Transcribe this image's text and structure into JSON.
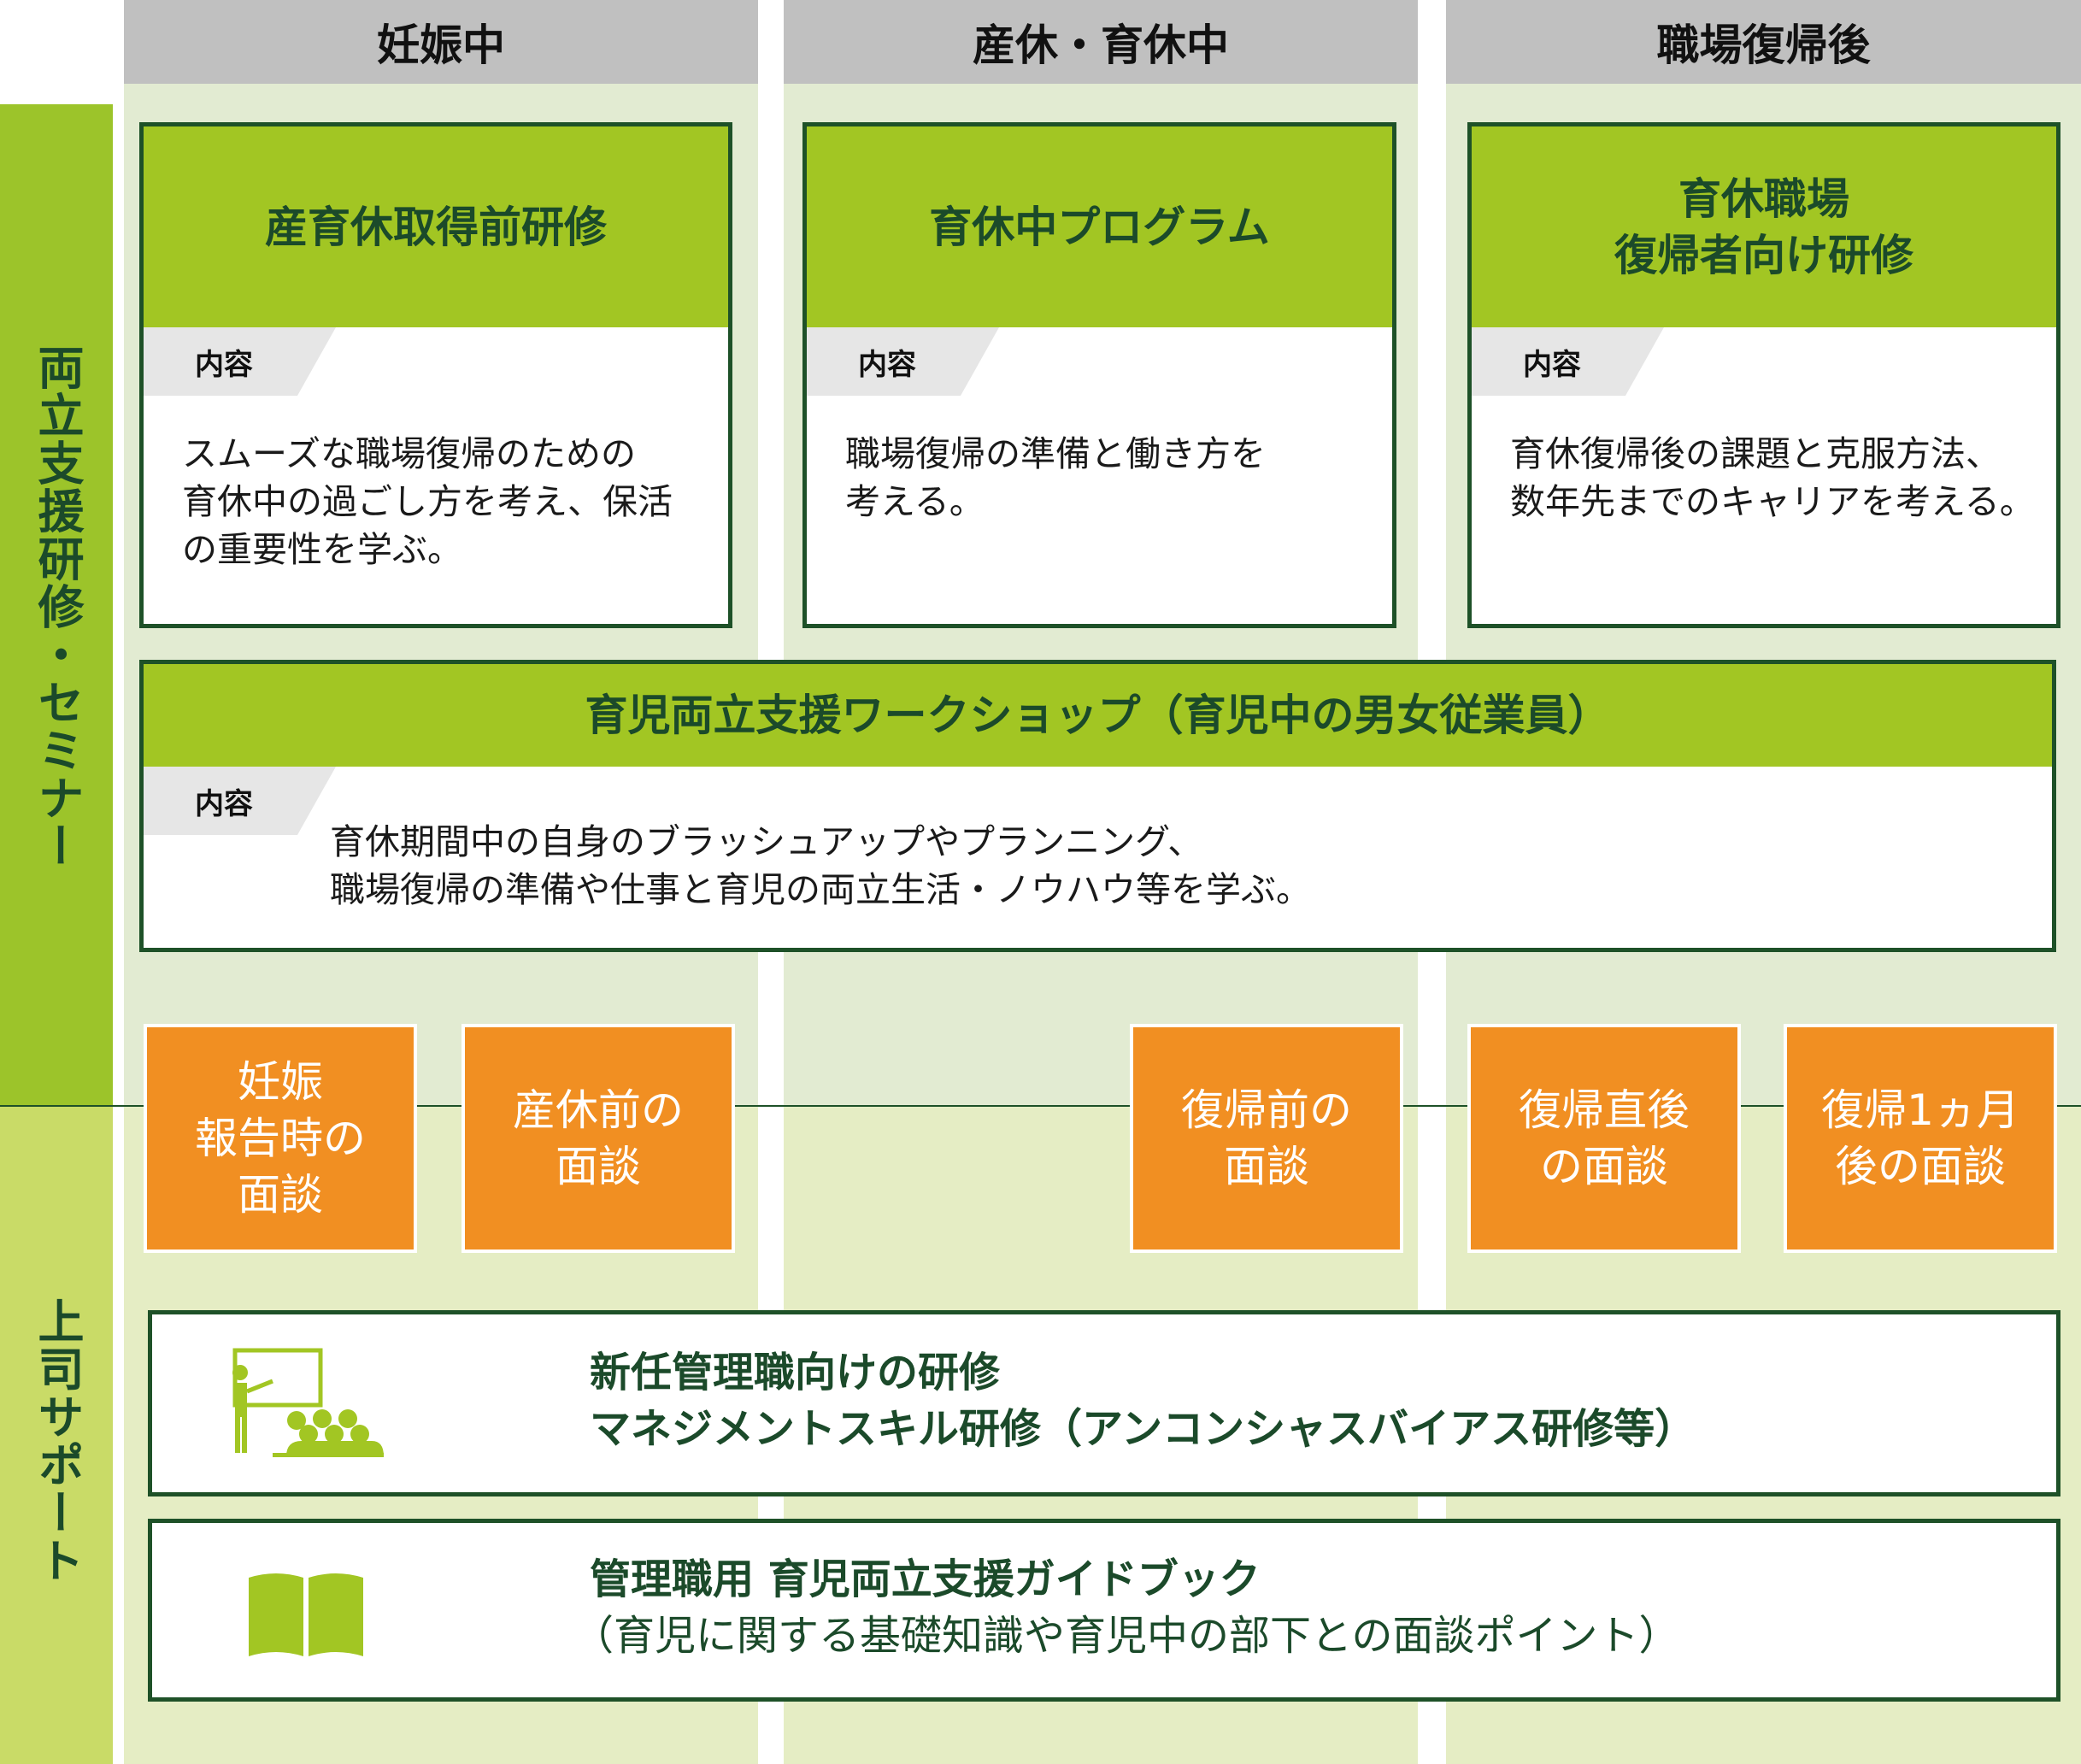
{
  "columns": [
    {
      "label": "妊娠中"
    },
    {
      "label": "産休・育休中"
    },
    {
      "label": "職場復帰後"
    }
  ],
  "side_labels": {
    "seminar": "両立支援研修・セミナー",
    "boss": "上司サポート"
  },
  "programs": [
    {
      "title": "産育休取得前研修",
      "tag": "内容",
      "body": [
        "スムーズな職場復帰のための",
        "育休中の過ごし方を考え、保活",
        "の重要性を学ぶ。"
      ]
    },
    {
      "title": "育休中プログラム",
      "tag": "内容",
      "body": [
        "職場復帰の準備と働き方を",
        "考える。"
      ]
    },
    {
      "title_lines": [
        "育休職場",
        "復帰者向け研修"
      ],
      "tag": "内容",
      "body": [
        "育休復帰後の課題と克服方法、",
        "数年先までのキャリアを考える。"
      ]
    }
  ],
  "workshop": {
    "title": "育児両立支援ワークショップ（育児中の男女従業員）",
    "tag": "内容",
    "body": [
      "育休期間中の自身のブラッシュアップやプランニング、",
      "職場復帰の準備や仕事と育児の両立生活・ノウハウ等を学ぶ。"
    ]
  },
  "interviews": [
    {
      "lines": [
        "妊娠",
        "報告時の",
        "面談"
      ]
    },
    {
      "lines": [
        "産休前の",
        "面談"
      ]
    },
    {
      "lines": [
        "復帰前の",
        "面談"
      ]
    },
    {
      "lines": [
        "復帰直後",
        "の面談"
      ]
    },
    {
      "lines": [
        "復帰1ヵ月",
        "後の面談"
      ]
    }
  ],
  "support": [
    {
      "icon": "training-class-icon",
      "title_lines": [
        "新任管理職向けの研修",
        "マネジメントスキル研修（アンコンシャスバイアス研修等）"
      ]
    },
    {
      "icon": "open-book-icon",
      "title": "管理職用 育児両立支援ガイドブック",
      "subtitle": "（育児に関する基礎知識や育児中の部下との面談ポイント）"
    }
  ],
  "colors": {
    "header_gray": "#c0c0c0",
    "lime": "#a2c623",
    "dark_green": "#1e5128",
    "orange": "#f18f22",
    "band_top": "#e2ebd2",
    "band_bottom": "#e5edc4"
  }
}
